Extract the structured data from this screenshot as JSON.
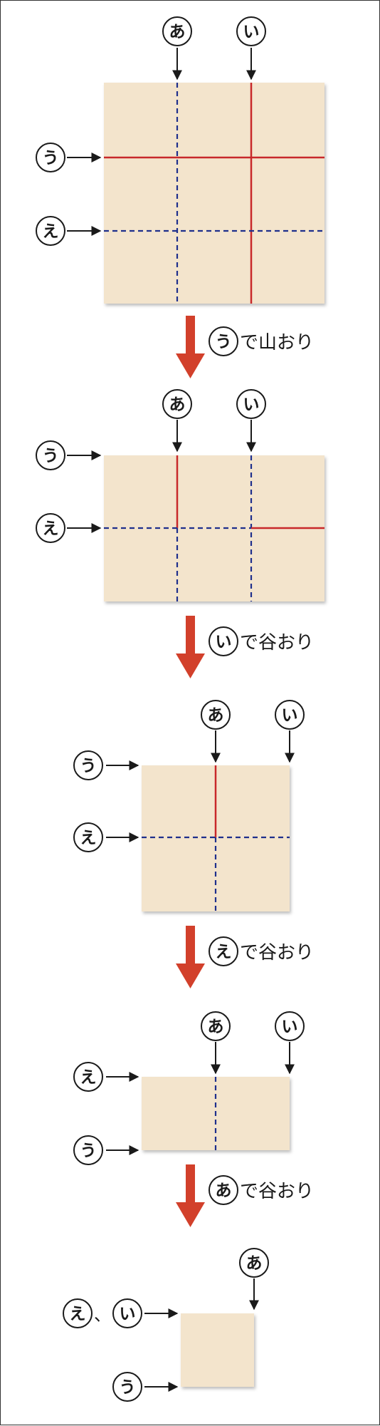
{
  "labels": {
    "a": "あ",
    "i": "い",
    "u": "う",
    "e": "え"
  },
  "separator": "、",
  "steps": [
    {
      "label": "う",
      "text": "で山おり"
    },
    {
      "label": "い",
      "text": "で谷おり"
    },
    {
      "label": "え",
      "text": "で谷おり"
    },
    {
      "label": "あ",
      "text": "で谷おり"
    }
  ],
  "colors": {
    "paper": "#f3e4cc",
    "mountain_fold": "#c8282a",
    "valley_fold": "#1e2f8c",
    "step_arrow": "#d2402b",
    "label_ink": "#1a1a1a"
  }
}
